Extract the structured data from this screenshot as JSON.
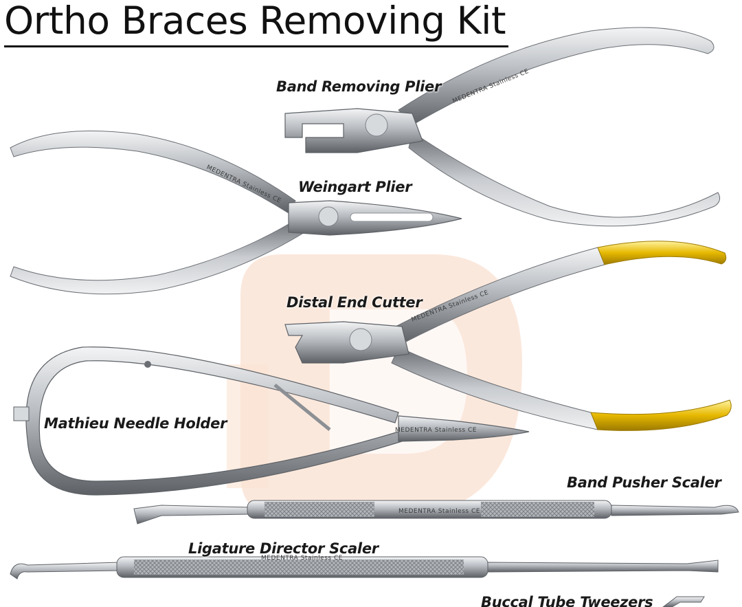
{
  "title": "Ortho Braces Removing Kit",
  "colors": {
    "steel_light": "#e4e6e8",
    "steel_mid": "#a9adb2",
    "steel_dark": "#5d6166",
    "gold": "#e6b800",
    "watermark": "#f6c9a8"
  },
  "instruments": [
    {
      "label": "Band Removing Plier"
    },
    {
      "label": "Weingart Plier"
    },
    {
      "label": "Distal End Cutter"
    },
    {
      "label": "Mathieu Needle Holder"
    },
    {
      "label": "Band Pusher Scaler"
    },
    {
      "label": "Ligature Director Scaler"
    },
    {
      "label": "Buccal Tube Tweezers"
    }
  ],
  "engravings": {
    "brand": "MEDENTRA Stainless CE"
  }
}
